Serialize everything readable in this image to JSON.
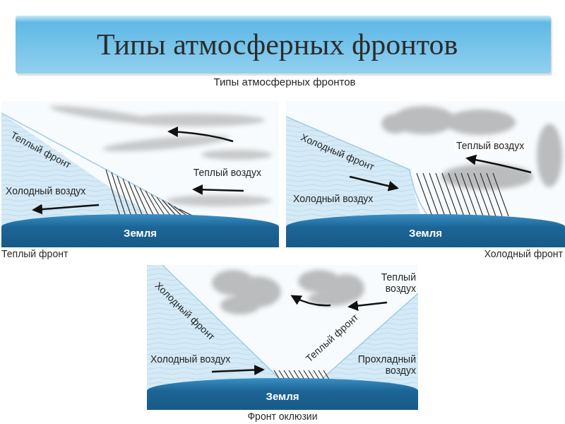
{
  "diagram": {
    "title": "Типы атмосферных фронтов",
    "nodes": [
      {
        "text": [
          "Теплый фронт"
        ]
      },
      {
        "text": [
          "Земля"
        ],
        "in": 0
      },
      {
        "text": [
          "Холодный фронт"
        ]
      },
      {
        "text": [
          "Земля"
        ],
        "in": 2
      },
      {
        "text": [
          "Фронт оклюзии"
        ]
      },
      {
        "text": [
          "Земля"
        ],
        "in": 4
      }
    ],
    "labels": [
      "Типы атмосферных фронтов",
      "Теплый фронт",
      "Теплый воздух",
      "Холодный воздух",
      "Холодный фронт",
      "Теплый воздух",
      "Холодный воздух",
      "Холодный фронт",
      "Теплый воздух",
      "Теплый фронт",
      "Холодный воздух",
      "Прохладный воздух"
    ]
  }
}
